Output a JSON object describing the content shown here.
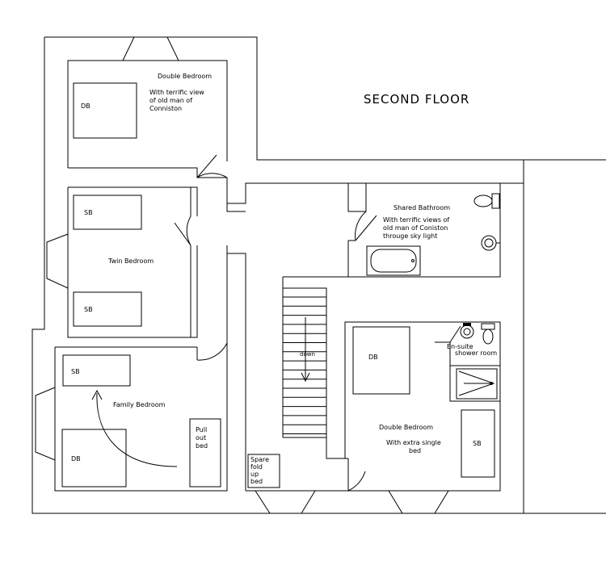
{
  "floor_title": "SECOND FLOOR",
  "rooms": {
    "double_bedroom_top": {
      "name": "Double Bedroom",
      "note": [
        "With terrific view",
        "of old man of",
        "Conniston"
      ],
      "bed": "DB"
    },
    "twin_bedroom": {
      "name": "Twin Bedroom",
      "beds": [
        "SB",
        "SB"
      ]
    },
    "family_bedroom": {
      "name": "Family Bedroom",
      "beds": [
        "SB",
        "DB"
      ],
      "pullout": [
        "Pull",
        "out",
        "bed"
      ]
    },
    "shared_bathroom": {
      "name": "Shared Bathroom",
      "note": [
        "With terrific views of",
        "old man of Coniston",
        "througe sky light"
      ]
    },
    "double_bedroom_main": {
      "name": "Double Bedroom",
      "note": [
        "With extra single",
        "bed"
      ],
      "beds": [
        "DB",
        "SB"
      ]
    },
    "ensuite": {
      "label": [
        "En-suite",
        "shower room"
      ]
    }
  },
  "stairs": {
    "label": "down"
  },
  "spare_bed": [
    "Spare",
    "fold",
    "up",
    "bed"
  ]
}
